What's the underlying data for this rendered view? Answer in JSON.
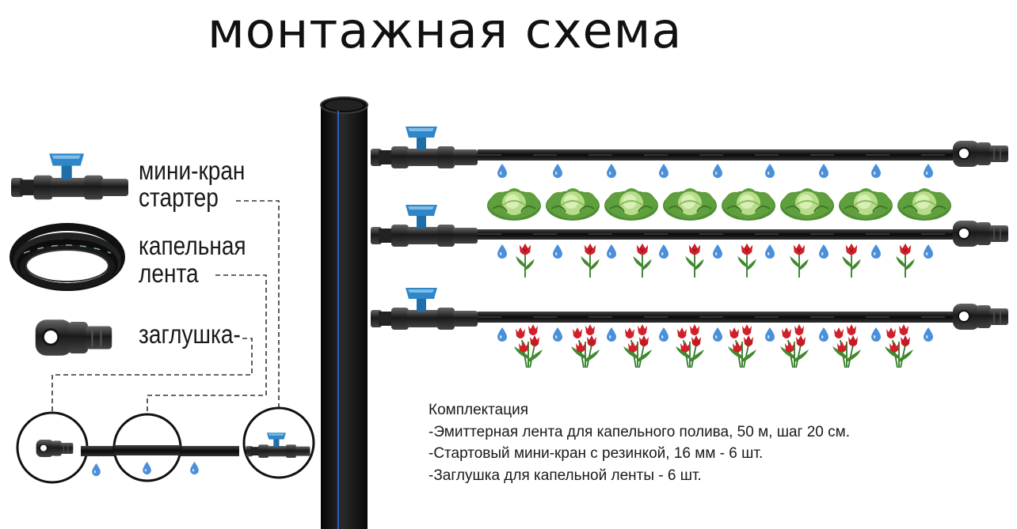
{
  "title": "монтажная схема",
  "legend": {
    "mini_valve": "мини-кран",
    "starter": "стартер",
    "drip_tape_line1": "капельная",
    "drip_tape_line2": "лента",
    "end_plug": "заглушка-"
  },
  "kit": {
    "heading": "Комплектация",
    "items": [
      "-Эмиттерная лента для капельного полива, 50 м, шаг 20 см.",
      "-Стартовый мини-кран с резинкой, 16 мм - 6 шт.",
      "-Заглушка для капельной ленты - 6 шт."
    ]
  },
  "colors": {
    "pipe": "#101010",
    "pipe_stripe": "#2b5fbf",
    "valve_handle": "#2f86c8",
    "water_drop": "#4a90d9",
    "cabbage": "#6fae45",
    "tulip": "#d0202a",
    "leaf": "#3f8a2e",
    "dashed_line": "#333333"
  },
  "rows": [
    {
      "id": "row-cabbage",
      "plant": "cabbage-icon",
      "count": 8
    },
    {
      "id": "row-single-tulip",
      "plant": "tulip-icon",
      "count": 8
    },
    {
      "id": "row-tulip-bouquet",
      "plant": "tulip-bouquet-icon",
      "count": 8
    }
  ]
}
